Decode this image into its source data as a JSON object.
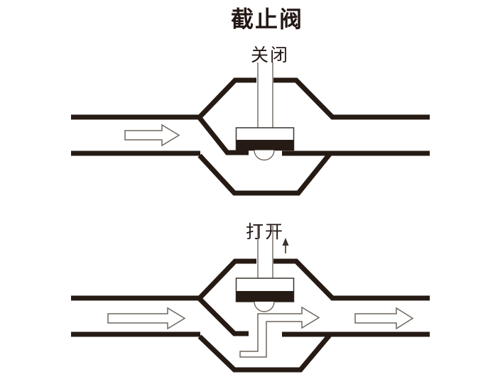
{
  "title": "截止阀",
  "diagrams": {
    "closed": {
      "label": "关闭"
    },
    "open": {
      "label": "打开"
    }
  },
  "icons": {
    "inlet_flow_arrow": "right-arrow-outline",
    "through_valve_flow_arrow": "stepped-right-arrow-outline",
    "outlet_flow_arrow": "right-arrow-outline",
    "stem_lift_arrow": "up-arrow-solid"
  },
  "colors": {
    "line": "#261b14",
    "outline_light": "#6f675f",
    "outline_dark": "#3a332d",
    "text": "#231815",
    "background": "#ffffff"
  }
}
